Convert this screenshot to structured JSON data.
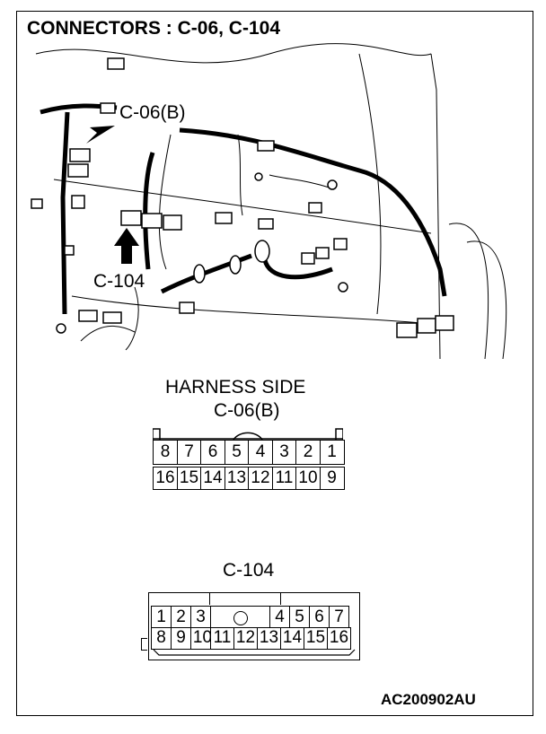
{
  "title": "CONNECTORS : C-06, C-104",
  "callouts": {
    "c06b": "C-06(B)",
    "c104": "C-104"
  },
  "harness_side": {
    "heading": "HARNESS SIDE",
    "name": "C-06(B)",
    "top_row": [
      "8",
      "7",
      "6",
      "5",
      "4",
      "3",
      "2",
      "1"
    ],
    "bottom_row": [
      "16",
      "15",
      "14",
      "13",
      "12",
      "11",
      "10",
      "9"
    ]
  },
  "c104": {
    "name": "C-104",
    "top_row": [
      "1",
      "2",
      "3",
      "4",
      "5",
      "6",
      "7"
    ],
    "bottom_row": [
      "8",
      "9",
      "10",
      "11",
      "12",
      "13",
      "14",
      "15",
      "16"
    ]
  },
  "footer": "AC200902AU"
}
